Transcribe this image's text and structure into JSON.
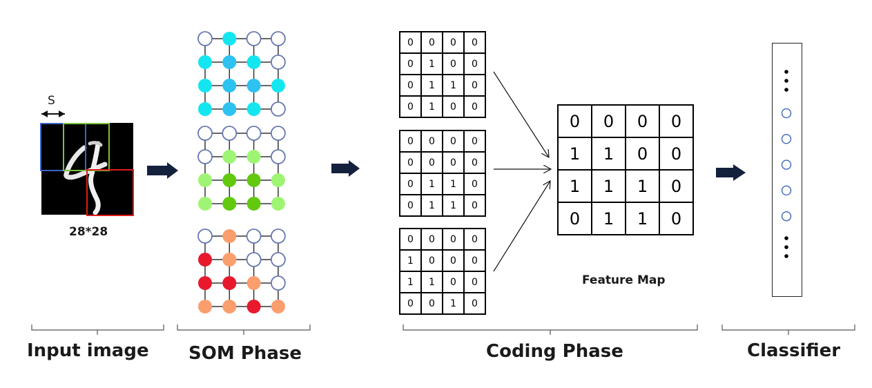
{
  "input": {
    "stride_label": "S",
    "size_label": "28*28",
    "section_label": "Input image"
  },
  "som": {
    "section_label": "SOM Phase",
    "maps": [
      {
        "palette": {
          "w": "#ffffff",
          "c": "#14e6f0",
          "b": "#2dc2f0"
        },
        "nodes": [
          [
            "w",
            "c",
            "w",
            "w"
          ],
          [
            "c",
            "b",
            "c",
            "w"
          ],
          [
            "c",
            "b",
            "b",
            "c"
          ],
          [
            "c",
            "b",
            "c",
            "w"
          ]
        ]
      },
      {
        "palette": {
          "w": "#ffffff",
          "l": "#9ef573",
          "d": "#62c90e"
        },
        "nodes": [
          [
            "w",
            "w",
            "w",
            "w"
          ],
          [
            "w",
            "l",
            "l",
            "w"
          ],
          [
            "l",
            "d",
            "d",
            "l"
          ],
          [
            "l",
            "d",
            "d",
            "l"
          ]
        ]
      },
      {
        "palette": {
          "w": "#ffffff",
          "o": "#fa9e6e",
          "r": "#e8192c"
        },
        "nodes": [
          [
            "w",
            "o",
            "w",
            "w"
          ],
          [
            "r",
            "o",
            "w",
            "w"
          ],
          [
            "r",
            "r",
            "o",
            "w"
          ],
          [
            "o",
            "o",
            "r",
            "o"
          ]
        ]
      }
    ]
  },
  "coding": {
    "section_label": "Coding Phase",
    "binary_maps": [
      [
        [
          "0",
          "0",
          "0",
          "0"
        ],
        [
          "0",
          "1",
          "0",
          "0"
        ],
        [
          "0",
          "1",
          "1",
          "0"
        ],
        [
          "0",
          "1",
          "0",
          "0"
        ]
      ],
      [
        [
          "0",
          "0",
          "0",
          "0"
        ],
        [
          "0",
          "0",
          "0",
          "0"
        ],
        [
          "0",
          "1",
          "1",
          "0"
        ],
        [
          "0",
          "1",
          "1",
          "0"
        ]
      ],
      [
        [
          "0",
          "0",
          "0",
          "0"
        ],
        [
          "1",
          "0",
          "0",
          "0"
        ],
        [
          "1",
          "1",
          "0",
          "0"
        ],
        [
          "0",
          "0",
          "1",
          "0"
        ]
      ]
    ],
    "feature_map": [
      [
        "0",
        "0",
        "0",
        "0"
      ],
      [
        "1",
        "1",
        "0",
        "0"
      ],
      [
        "1",
        "1",
        "1",
        "0"
      ],
      [
        "0",
        "1",
        "1",
        "0"
      ]
    ],
    "feature_map_label": "Feature Map"
  },
  "classifier": {
    "section_label": "Classifier",
    "neuron_count": 5
  },
  "colors": {
    "arrow": "#14213d",
    "window_blue": "#3a64c8",
    "window_green": "#7cc23a",
    "window_red": "#e01b1b",
    "node_border": "#6678b0",
    "grid_line": "#333333"
  }
}
